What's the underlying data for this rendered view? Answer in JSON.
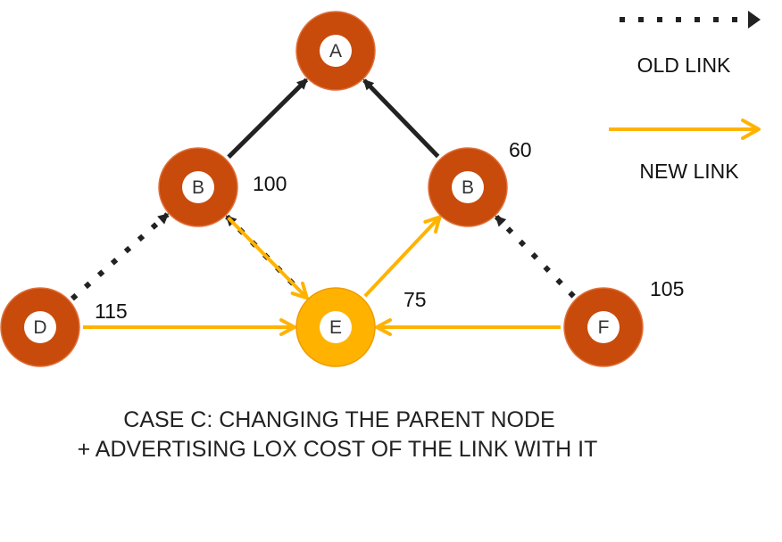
{
  "colors": {
    "node_ring": "#C84B0C",
    "node_ring_stroke": "#E0703A",
    "node_center": "#FFFFFF",
    "highlight_node": "#FFB300",
    "highlight_stroke": "#F09A00",
    "old_link": "#222222",
    "new_link": "#FFB300",
    "text": "#111111",
    "highlight_cost": "#A01818"
  },
  "nodes": [
    {
      "id": "A",
      "label": "A",
      "highlight": false
    },
    {
      "id": "B1",
      "label": "B",
      "highlight": false
    },
    {
      "id": "B2",
      "label": "B",
      "highlight": false
    },
    {
      "id": "D",
      "label": "D",
      "highlight": false
    },
    {
      "id": "E",
      "label": "E",
      "highlight": true
    },
    {
      "id": "F",
      "label": "F",
      "highlight": false
    }
  ],
  "costs": [
    {
      "node": "B1",
      "value": "100",
      "highlight": false
    },
    {
      "node": "B2",
      "value": "60",
      "highlight": false
    },
    {
      "node": "D",
      "value": "115",
      "highlight": false
    },
    {
      "node": "E",
      "value": "75",
      "highlight": true
    },
    {
      "node": "F",
      "value": "105",
      "highlight": false
    }
  ],
  "links": [
    {
      "from": "B1",
      "to": "A",
      "style": "current"
    },
    {
      "from": "B2",
      "to": "A",
      "style": "current"
    },
    {
      "from": "D",
      "to": "B1",
      "style": "old"
    },
    {
      "from": "E",
      "to": "B1",
      "style": "old"
    },
    {
      "from": "F",
      "to": "B2",
      "style": "old"
    },
    {
      "from": "B1",
      "to": "E",
      "style": "new"
    },
    {
      "from": "E",
      "to": "B2",
      "style": "new"
    },
    {
      "from": "D",
      "to": "E",
      "style": "new"
    },
    {
      "from": "F",
      "to": "E",
      "style": "new"
    }
  ],
  "legend": {
    "old_link_label": "OLD LINK",
    "new_link_label": "NEW LINK"
  },
  "caption": {
    "line1": "CASE C: CHANGING THE PARENT NODE",
    "line2": "+ ADVERTISING LOX COST OF THE LINK WITH IT"
  }
}
